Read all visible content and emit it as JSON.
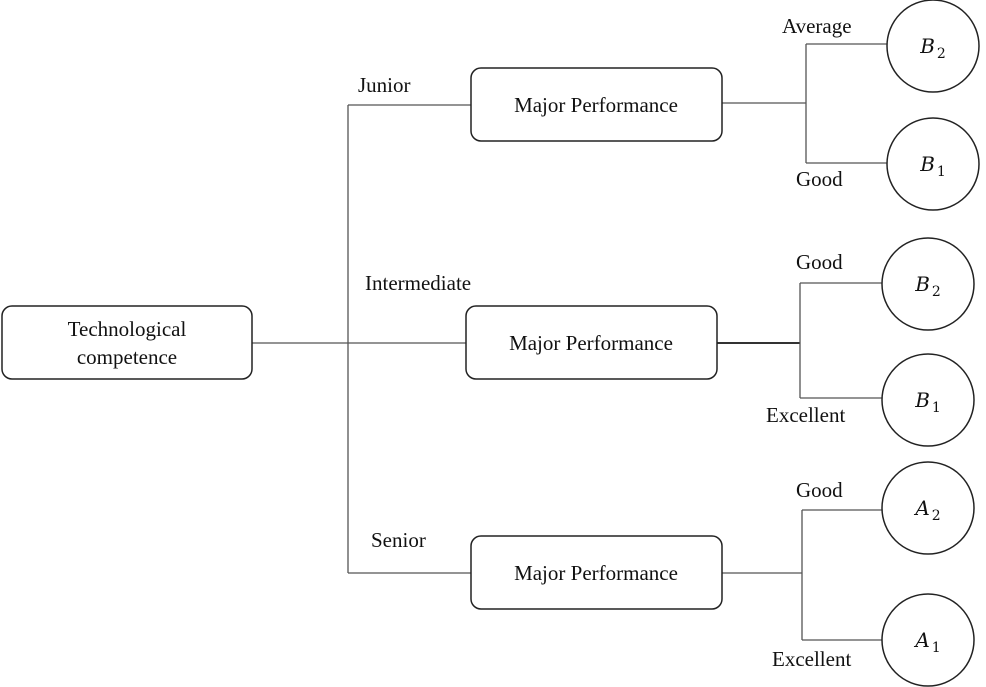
{
  "root": {
    "line1": "Technological",
    "line2": "competence"
  },
  "branches": [
    {
      "label": "Junior",
      "node": "Major Performance",
      "leaves": [
        {
          "label": "Average",
          "var": "B",
          "sub": "2"
        },
        {
          "label": "Good",
          "var": "B",
          "sub": "1"
        }
      ]
    },
    {
      "label": "Intermediate",
      "node": "Major Performance",
      "leaves": [
        {
          "label": "Good",
          "var": "B",
          "sub": "2"
        },
        {
          "label": "Excellent",
          "var": "B",
          "sub": "1"
        }
      ]
    },
    {
      "label": "Senior",
      "node": "Major Performance",
      "leaves": [
        {
          "label": "Good",
          "var": "A",
          "sub": "2"
        },
        {
          "label": "Excellent",
          "var": "A",
          "sub": "1"
        }
      ]
    }
  ]
}
